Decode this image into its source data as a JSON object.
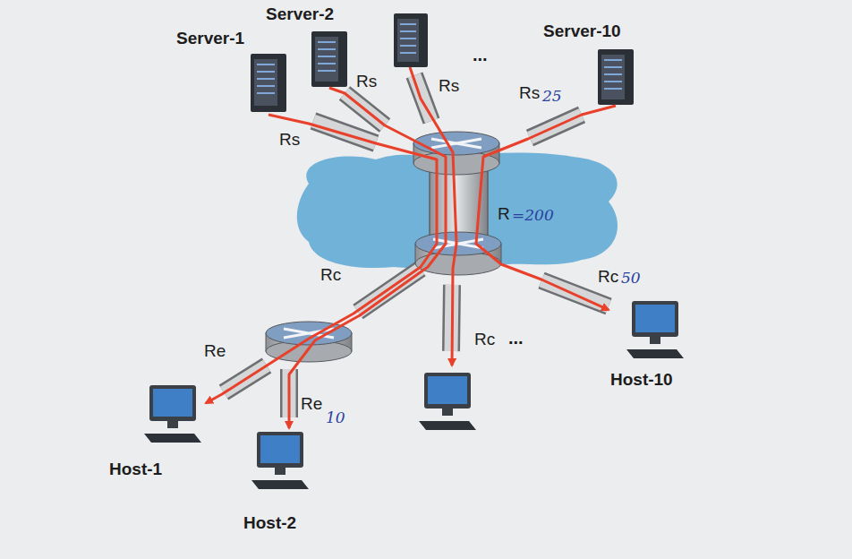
{
  "diagram": {
    "nodes": [
      {
        "text": [
          "Server-1"
        ]
      },
      {
        "text": [
          "Server-2"
        ]
      },
      {
        "text": [
          "Server-10"
        ]
      },
      {
        "text": [
          "Host-1"
        ]
      },
      {
        "text": [
          "Host-2"
        ]
      },
      {
        "text": [
          "Host-10"
        ]
      }
    ],
    "edges": [
      {
        "from": 0,
        "to": 3,
        "arrow": "to"
      },
      {
        "from": 1,
        "to": 4,
        "arrow": "to"
      },
      {
        "from": 2,
        "to": 5,
        "arrow": "to"
      }
    ],
    "labels": [
      "...",
      "Rs",
      "Rs",
      "Rs",
      "Rs",
      "25",
      "R",
      "=200",
      "Rc",
      "Rc",
      "...",
      "Rc",
      "50",
      "Re",
      "Re",
      "10"
    ]
  }
}
